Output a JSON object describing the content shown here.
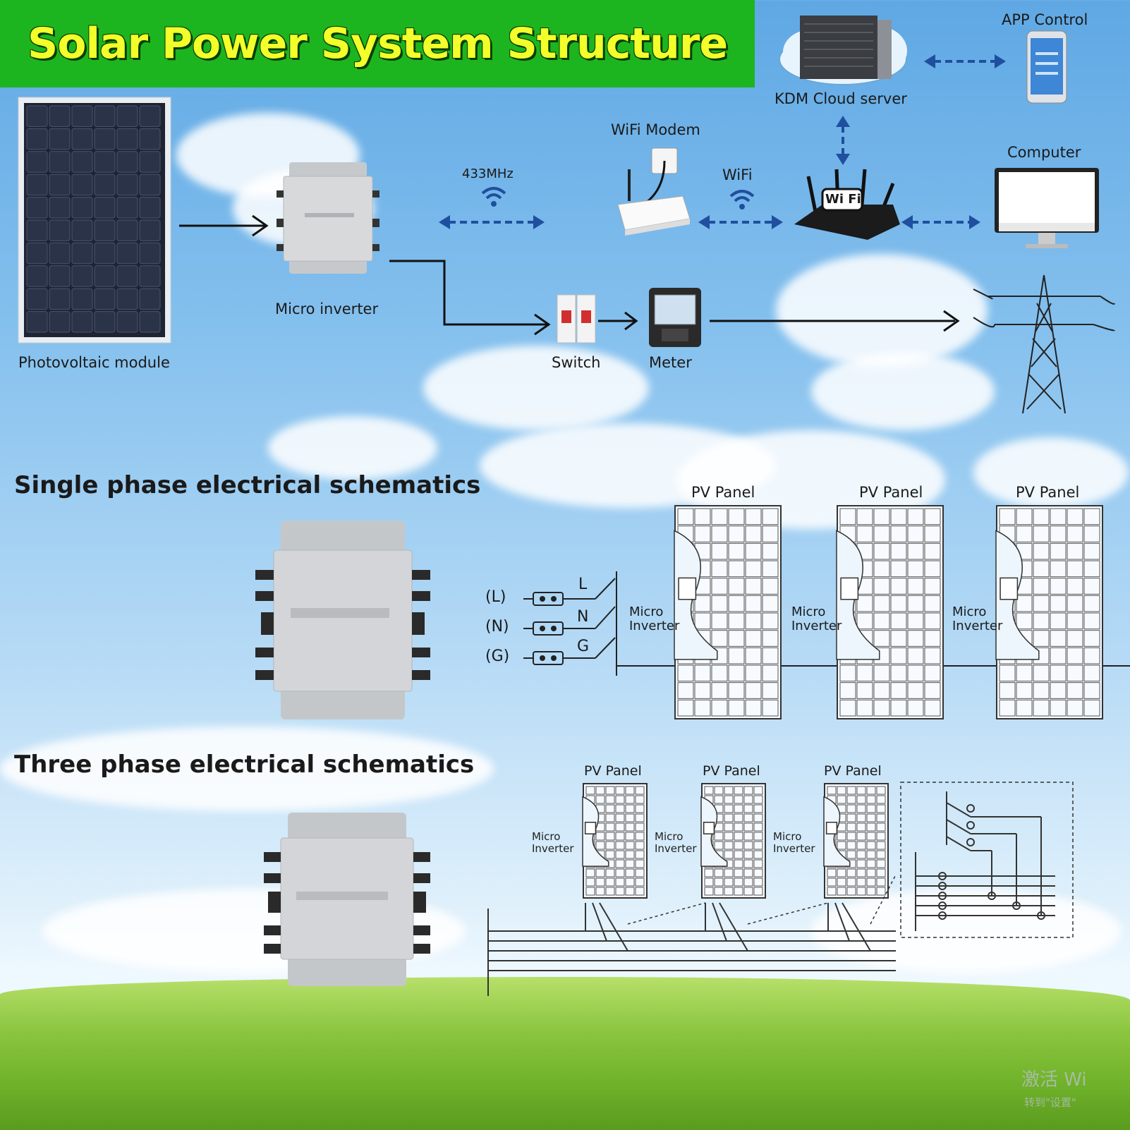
{
  "title": "Solar Power System Structure",
  "top_diagram": {
    "photovoltaic_module": "Photovoltaic module",
    "micro_inverter": "Micro inverter",
    "frequency": "433MHz",
    "wifi_modem": "WiFi Modem",
    "wifi": "WiFi",
    "router_badge": "Wi Fi",
    "cloud_server": "KDM Cloud server",
    "app_control": "APP Control",
    "computer": "Computer",
    "switch": "Switch",
    "meter": "Meter"
  },
  "single_phase": {
    "heading": "Single phase electrical schematics",
    "terminals": [
      "(L)",
      "(N)",
      "(G)"
    ],
    "wire_labels": [
      "L",
      "N",
      "G"
    ],
    "panels": [
      {
        "label": "PV Panel",
        "inverter": "Micro\nInverter"
      },
      {
        "label": "PV Panel",
        "inverter": "Micro\nInverter"
      },
      {
        "label": "PV Panel",
        "inverter": "Micro\nInverter"
      }
    ]
  },
  "three_phase": {
    "heading": "Three phase electrical schematics",
    "panels": [
      {
        "label": "PV Panel",
        "inverter": "Micro\nInverter"
      },
      {
        "label": "PV Panel",
        "inverter": "Micro\nInverter"
      },
      {
        "label": "PV Panel",
        "inverter": "Micro\nInverter"
      }
    ]
  },
  "watermark": {
    "line1": "激活 Wi",
    "line2": "转到\"设置\""
  },
  "colors": {
    "banner": "#1db51f",
    "title_text": "#f3ff2a",
    "arrow_blue": "#1f4f9e",
    "sky": "#86c1ee",
    "grass": "#8cc640"
  }
}
